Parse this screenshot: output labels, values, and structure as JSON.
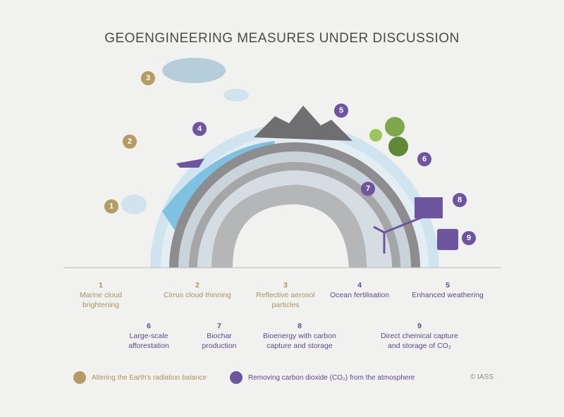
{
  "title": "GEOENGINEERING MEASURES UNDER DISCUSSION",
  "measures": [
    {
      "n": "1",
      "label": "Marine cloud brightening",
      "group": "radiation"
    },
    {
      "n": "2",
      "label": "Cirrus cloud thinning",
      "group": "radiation"
    },
    {
      "n": "3",
      "label": "Reflective aerosol particles",
      "group": "radiation"
    },
    {
      "n": "4",
      "label": "Ocean fertilisation",
      "group": "co2"
    },
    {
      "n": "5",
      "label": "Enhanced weathering",
      "group": "co2"
    },
    {
      "n": "6",
      "label": "Large-scale afforestation",
      "group": "co2"
    },
    {
      "n": "7",
      "label": "Biochar production",
      "group": "co2"
    },
    {
      "n": "8",
      "label": "Bioenergy with carbon capture and storage",
      "group": "co2"
    },
    {
      "n": "9",
      "label": "Direct chemical capture and storage of CO₂",
      "group": "co2"
    }
  ],
  "legend": {
    "radiation": "Altering the Earth's radiation balance",
    "co2": "Removing carbon dioxide (CO₂) from the atmosphere"
  },
  "credit": "© IASS",
  "colors": {
    "gold": "#b59c62",
    "purple": "#6d55a0",
    "background": "#f1f1ef"
  }
}
